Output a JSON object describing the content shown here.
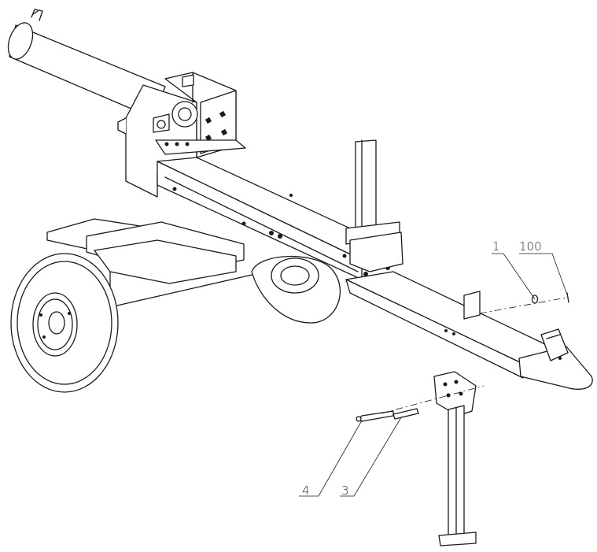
{
  "callouts": [
    {
      "id": "c1",
      "label": "1"
    },
    {
      "id": "c100",
      "label": "100"
    },
    {
      "id": "c4",
      "label": "4"
    },
    {
      "id": "c3",
      "label": "3"
    }
  ]
}
